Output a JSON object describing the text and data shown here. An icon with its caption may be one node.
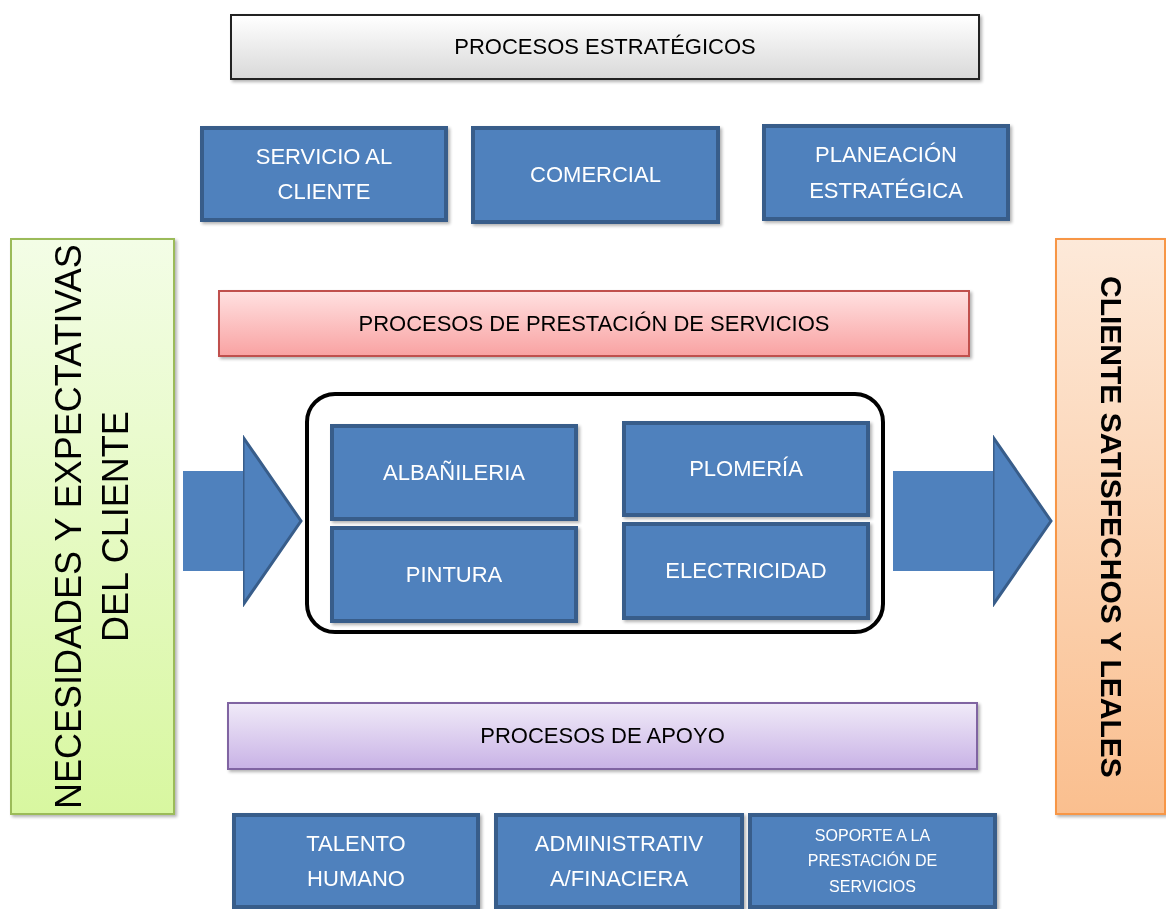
{
  "diagram": {
    "nodes": [
      {
        "text": [
          "PROCESOS ESTRATÉGICOS"
        ]
      },
      {
        "text": [
          "SERVICIO AL CLIENTE"
        ]
      },
      {
        "text": [
          "COMERCIAL"
        ]
      },
      {
        "text": [
          "PLANEACIÓN ESTRATÉGICA"
        ]
      },
      {
        "text": [
          "NECESIDADES Y EXPECTATIVAS DEL CLIENTE"
        ]
      },
      {
        "text": [
          "CLIENTE SATISFECHOS Y LEALES"
        ]
      },
      {
        "text": [
          "PROCESOS DE PRESTACIÓN DE SERVICIOS"
        ]
      },
      {
        "text": [],
        "shape": "box"
      },
      {
        "text": [
          "ALBAÑILERIA"
        ],
        "in": 7
      },
      {
        "text": [
          "PLOMERÍA"
        ],
        "in": 7
      },
      {
        "text": [
          "PINTURA"
        ],
        "in": 7
      },
      {
        "text": [
          "ELECTRICIDAD"
        ],
        "in": 7
      },
      {
        "text": [
          "PROCESOS DE APOYO"
        ]
      },
      {
        "text": [
          "TALENTO HUMANO"
        ]
      },
      {
        "text": [
          "ADMINISTRATIV A/FINACIERA"
        ]
      },
      {
        "text": [
          "SOPORTE A LA PRESTACIÓN DE SERVICIOS"
        ]
      }
    ],
    "edges": [
      {
        "from": 4,
        "to": 7,
        "arrow": "to"
      },
      {
        "from": 7,
        "to": 5,
        "arrow": "to"
      }
    ]
  }
}
